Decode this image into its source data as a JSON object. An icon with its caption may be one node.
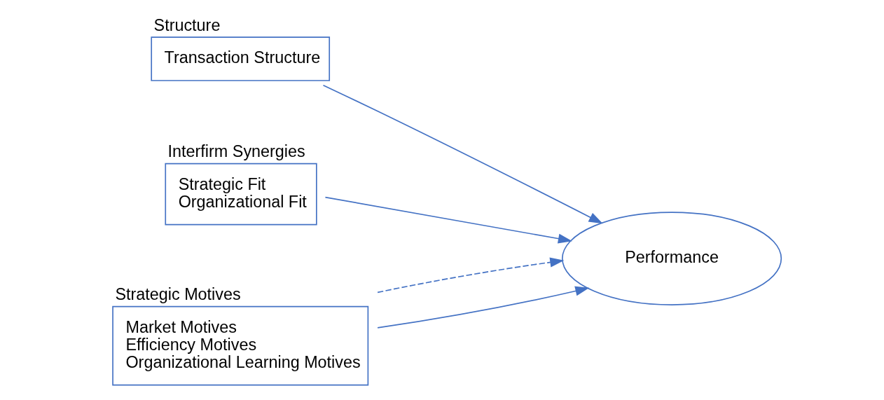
{
  "diagram": {
    "nodes": [
      {
        "text": [
          "Structure",
          "Transaction Structure"
        ]
      },
      {
        "text": [
          "Interfirm Synergies",
          "Strategic Fit",
          "Organizational Fit"
        ]
      },
      {
        "text": [
          "Performance"
        ]
      },
      {
        "text": [
          "Strategic Motives",
          "Market Motives",
          "Efficiency Motives",
          "Organizational Learning Motives"
        ]
      }
    ],
    "edges": [
      {
        "from": 0,
        "to": 2,
        "arrow": "to"
      },
      {
        "from": 1,
        "to": 2,
        "arrow": "to"
      },
      {
        "from": 3,
        "to": 2,
        "arrow": "to"
      },
      {
        "from": 3,
        "to": 2,
        "arrow": "to",
        "style": "dashed"
      }
    ]
  }
}
